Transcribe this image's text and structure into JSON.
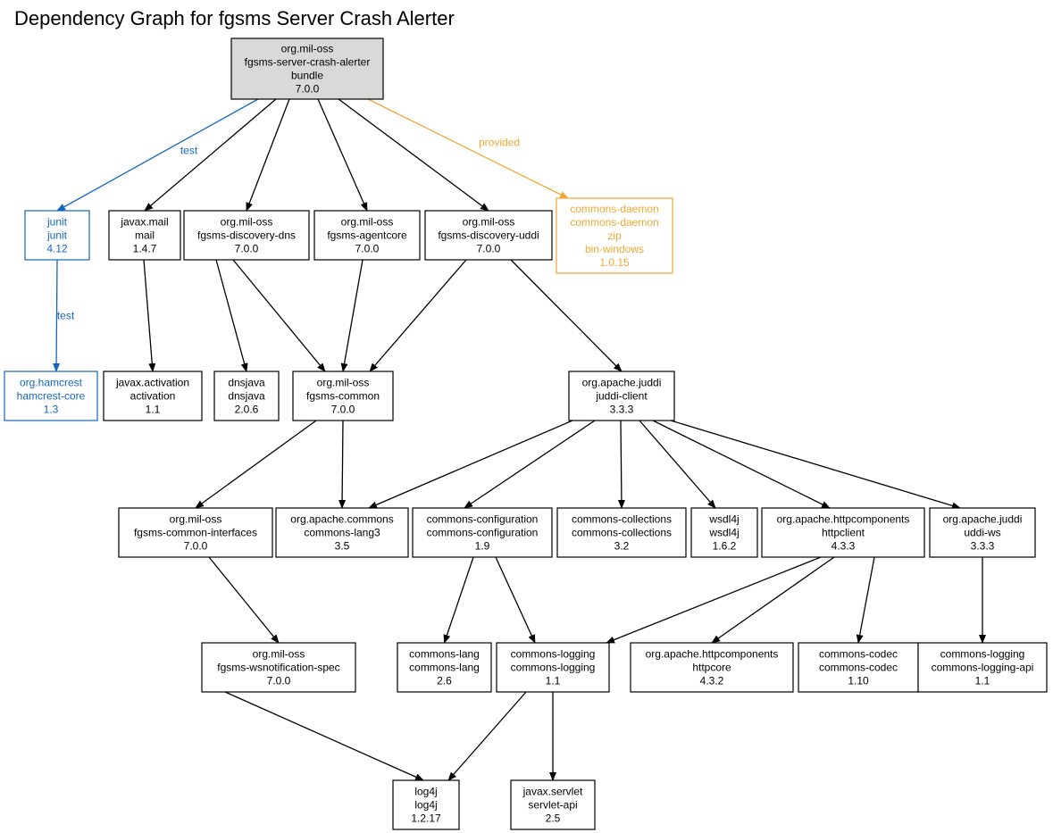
{
  "title": "Dependency Graph for fgsms Server Crash Alerter",
  "colors": {
    "default_stroke": "#000000",
    "default_text": "#000000",
    "root_fill": "#d9d9d9",
    "test": "#1565c0",
    "provided": "#f0a832"
  },
  "nodes": [
    {
      "id": "root",
      "lines": [
        "org.mil-oss",
        "fgsms-server-crash-alerter",
        "bundle",
        "7.0.0"
      ],
      "scope": "root"
    },
    {
      "id": "junit",
      "lines": [
        "junit",
        "junit",
        "4.12"
      ],
      "scope": "test"
    },
    {
      "id": "mail",
      "lines": [
        "javax.mail",
        "mail",
        "1.4.7"
      ],
      "scope": "compile"
    },
    {
      "id": "disc-dns",
      "lines": [
        "org.mil-oss",
        "fgsms-discovery-dns",
        "7.0.0"
      ],
      "scope": "compile"
    },
    {
      "id": "agentcore",
      "lines": [
        "org.mil-oss",
        "fgsms-agentcore",
        "7.0.0"
      ],
      "scope": "compile"
    },
    {
      "id": "disc-uddi",
      "lines": [
        "org.mil-oss",
        "fgsms-discovery-uddi",
        "7.0.0"
      ],
      "scope": "compile"
    },
    {
      "id": "daemon",
      "lines": [
        "commons-daemon",
        "commons-daemon",
        "zip",
        "bin-windows",
        "1.0.15"
      ],
      "scope": "provided"
    },
    {
      "id": "hamcrest",
      "lines": [
        "org.hamcrest",
        "hamcrest-core",
        "1.3"
      ],
      "scope": "test"
    },
    {
      "id": "activation",
      "lines": [
        "javax.activation",
        "activation",
        "1.1"
      ],
      "scope": "compile"
    },
    {
      "id": "dnsjava",
      "lines": [
        "dnsjava",
        "dnsjava",
        "2.0.6"
      ],
      "scope": "compile"
    },
    {
      "id": "common",
      "lines": [
        "org.mil-oss",
        "fgsms-common",
        "7.0.0"
      ],
      "scope": "compile"
    },
    {
      "id": "juddi-client",
      "lines": [
        "org.apache.juddi",
        "juddi-client",
        "3.3.3"
      ],
      "scope": "compile"
    },
    {
      "id": "common-if",
      "lines": [
        "org.mil-oss",
        "fgsms-common-interfaces",
        "7.0.0"
      ],
      "scope": "compile"
    },
    {
      "id": "lang3",
      "lines": [
        "org.apache.commons",
        "commons-lang3",
        "3.5"
      ],
      "scope": "compile"
    },
    {
      "id": "config",
      "lines": [
        "commons-configuration",
        "commons-configuration",
        "1.9"
      ],
      "scope": "compile"
    },
    {
      "id": "collections",
      "lines": [
        "commons-collections",
        "commons-collections",
        "3.2"
      ],
      "scope": "compile"
    },
    {
      "id": "wsdl4j",
      "lines": [
        "wsdl4j",
        "wsdl4j",
        "1.6.2"
      ],
      "scope": "compile"
    },
    {
      "id": "httpclient",
      "lines": [
        "org.apache.httpcomponents",
        "httpclient",
        "4.3.3"
      ],
      "scope": "compile"
    },
    {
      "id": "uddi-ws",
      "lines": [
        "org.apache.juddi",
        "uddi-ws",
        "3.3.3"
      ],
      "scope": "compile"
    },
    {
      "id": "wsn-spec",
      "lines": [
        "org.mil-oss",
        "fgsms-wsnotification-spec",
        "7.0.0"
      ],
      "scope": "compile"
    },
    {
      "id": "lang",
      "lines": [
        "commons-lang",
        "commons-lang",
        "2.6"
      ],
      "scope": "compile"
    },
    {
      "id": "logging",
      "lines": [
        "commons-logging",
        "commons-logging",
        "1.1"
      ],
      "scope": "compile"
    },
    {
      "id": "httpcore",
      "lines": [
        "org.apache.httpcomponents",
        "httpcore",
        "4.3.2"
      ],
      "scope": "compile"
    },
    {
      "id": "codec",
      "lines": [
        "commons-codec",
        "commons-codec",
        "1.10"
      ],
      "scope": "compile"
    },
    {
      "id": "logging-api",
      "lines": [
        "commons-logging",
        "commons-logging-api",
        "1.1"
      ],
      "scope": "compile"
    },
    {
      "id": "log4j",
      "lines": [
        "log4j",
        "log4j",
        "1.2.17"
      ],
      "scope": "compile"
    },
    {
      "id": "servlet",
      "lines": [
        "javax.servlet",
        "servlet-api",
        "2.5"
      ],
      "scope": "compile"
    }
  ],
  "edges": [
    {
      "from": "root",
      "to": "junit",
      "label": "test",
      "scope": "test"
    },
    {
      "from": "root",
      "to": "mail",
      "label": "",
      "scope": "compile"
    },
    {
      "from": "root",
      "to": "disc-dns",
      "label": "",
      "scope": "compile"
    },
    {
      "from": "root",
      "to": "agentcore",
      "label": "",
      "scope": "compile"
    },
    {
      "from": "root",
      "to": "disc-uddi",
      "label": "",
      "scope": "compile"
    },
    {
      "from": "root",
      "to": "daemon",
      "label": "provided",
      "scope": "provided"
    },
    {
      "from": "junit",
      "to": "hamcrest",
      "label": "test",
      "scope": "test"
    },
    {
      "from": "mail",
      "to": "activation",
      "label": "",
      "scope": "compile"
    },
    {
      "from": "disc-dns",
      "to": "dnsjava",
      "label": "",
      "scope": "compile"
    },
    {
      "from": "disc-dns",
      "to": "common",
      "label": "",
      "scope": "compile"
    },
    {
      "from": "agentcore",
      "to": "common",
      "label": "",
      "scope": "compile"
    },
    {
      "from": "disc-uddi",
      "to": "common",
      "label": "",
      "scope": "compile"
    },
    {
      "from": "disc-uddi",
      "to": "juddi-client",
      "label": "",
      "scope": "compile"
    },
    {
      "from": "common",
      "to": "common-if",
      "label": "",
      "scope": "compile"
    },
    {
      "from": "common",
      "to": "lang3",
      "label": "",
      "scope": "compile"
    },
    {
      "from": "juddi-client",
      "to": "lang3",
      "label": "",
      "scope": "compile"
    },
    {
      "from": "juddi-client",
      "to": "config",
      "label": "",
      "scope": "compile"
    },
    {
      "from": "juddi-client",
      "to": "collections",
      "label": "",
      "scope": "compile"
    },
    {
      "from": "juddi-client",
      "to": "wsdl4j",
      "label": "",
      "scope": "compile"
    },
    {
      "from": "juddi-client",
      "to": "httpclient",
      "label": "",
      "scope": "compile"
    },
    {
      "from": "juddi-client",
      "to": "uddi-ws",
      "label": "",
      "scope": "compile"
    },
    {
      "from": "common-if",
      "to": "wsn-spec",
      "label": "",
      "scope": "compile"
    },
    {
      "from": "config",
      "to": "lang",
      "label": "",
      "scope": "compile"
    },
    {
      "from": "config",
      "to": "logging",
      "label": "",
      "scope": "compile"
    },
    {
      "from": "httpclient",
      "to": "logging",
      "label": "",
      "scope": "compile"
    },
    {
      "from": "httpclient",
      "to": "httpcore",
      "label": "",
      "scope": "compile"
    },
    {
      "from": "httpclient",
      "to": "codec",
      "label": "",
      "scope": "compile"
    },
    {
      "from": "uddi-ws",
      "to": "logging-api",
      "label": "",
      "scope": "compile"
    },
    {
      "from": "wsn-spec",
      "to": "log4j",
      "label": "",
      "scope": "compile"
    },
    {
      "from": "logging",
      "to": "log4j",
      "label": "",
      "scope": "compile"
    },
    {
      "from": "logging",
      "to": "servlet",
      "label": "",
      "scope": "compile"
    }
  ]
}
